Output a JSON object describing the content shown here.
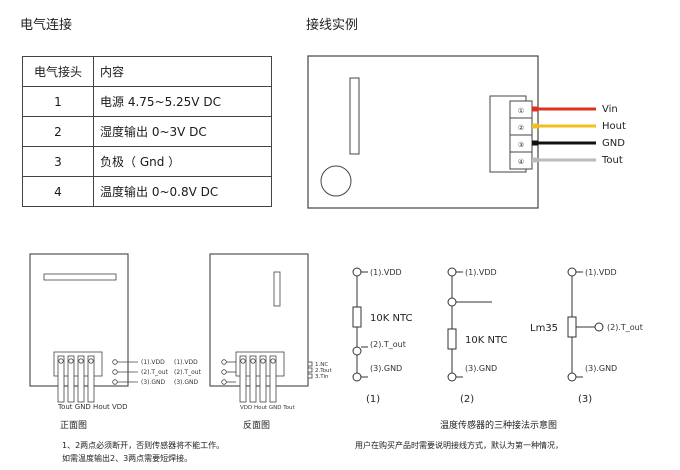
{
  "left_title": "电气连接",
  "right_title": "接线实例",
  "table": {
    "headers": [
      "电气接头",
      "内容"
    ],
    "rows": [
      [
        "1",
        "电源  4.75~5.25V DC"
      ],
      [
        "2",
        "湿度输出 0~3V DC"
      ],
      [
        "3",
        "负极（ Gnd ）"
      ],
      [
        "4",
        "温度输出 0~0.8V DC"
      ]
    ]
  },
  "wiring": {
    "pins": [
      "①",
      "②",
      "③",
      "④"
    ],
    "wires": [
      {
        "label": "Vin",
        "color": "#e03020"
      },
      {
        "label": "Hout",
        "color": "#f0c020"
      },
      {
        "label": "GND",
        "color": "#111111"
      },
      {
        "label": "Tout",
        "color": "#bbbbbb"
      }
    ]
  },
  "front": {
    "pin_labels": "Tout GND Hout VDD",
    "lines": [
      "(1).VDD",
      "(2).T_out",
      "(3).GND"
    ],
    "caption": "正面图"
  },
  "back": {
    "pin_labels": "VDD Hout GND Tout",
    "left_lines": [
      "(1).VDD",
      "(2).T_out",
      "(3).GND"
    ],
    "right_lines": [
      "1.NC",
      "2.Tout",
      "3.Tin"
    ],
    "caption": "反面图"
  },
  "circuits": {
    "c1": {
      "vdd": "(1).VDD",
      "res": "10K NTC",
      "out": "(2).T_out",
      "gnd": "(3).GND",
      "num": "(1)"
    },
    "c2": {
      "vdd": "(1).VDD",
      "res": "10K NTC",
      "gnd": "(3).GND",
      "num": "(2)"
    },
    "c3": {
      "vdd": "(1).VDD",
      "res": "Lm35",
      "out": "(2).T_out",
      "gnd": "(3).GND",
      "num": "(3)"
    },
    "caption": "温度传感器的三种接法示意图"
  },
  "notes": {
    "left_1": "1、2两点必须断开，否则传感器将不能工作。",
    "left_2": "如需温度输出2、3两点需要短焊接。",
    "right_1": "用户在购买产品时需要说明接线方式，默认为第一种情况，"
  }
}
